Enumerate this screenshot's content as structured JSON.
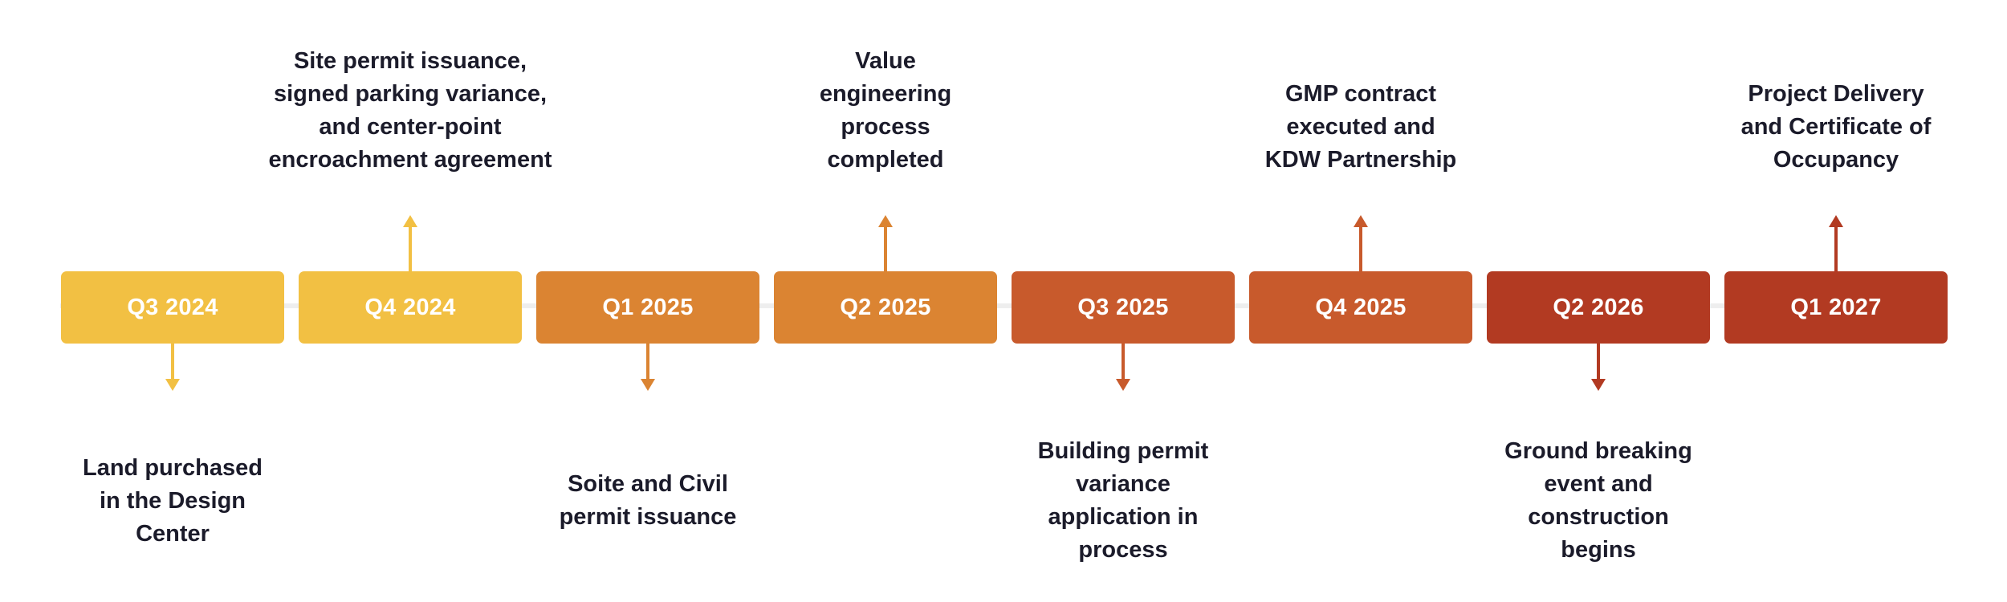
{
  "milestones": [
    {
      "quarter": "Q3 2024",
      "color": "#f2c043",
      "side": "below",
      "lines": [
        "Land purchased",
        "in the Design",
        "Center"
      ]
    },
    {
      "quarter": "Q4 2024",
      "color": "#f2c043",
      "side": "above",
      "lines": [
        "Site permit issuance,",
        "signed parking variance,",
        "and center-point",
        "encroachment agreement"
      ]
    },
    {
      "quarter": "Q1 2025",
      "color": "#db8432",
      "side": "below",
      "lines": [
        "Soite and Civil",
        "permit issuance"
      ]
    },
    {
      "quarter": "Q2 2025",
      "color": "#db8432",
      "side": "above",
      "lines": [
        "Value",
        "engineering",
        "process",
        "completed"
      ]
    },
    {
      "quarter": "Q3 2025",
      "color": "#c85a2c",
      "side": "below",
      "lines": [
        "Building permit",
        "variance",
        "application in",
        "process"
      ]
    },
    {
      "quarter": "Q4 2025",
      "color": "#c85a2c",
      "side": "above",
      "lines": [
        "GMP contract",
        "executed and",
        "KDW Partnership"
      ]
    },
    {
      "quarter": "Q2 2026",
      "color": "#b23a22",
      "side": "below",
      "lines": [
        "Ground breaking",
        "event and",
        "construction",
        "begins"
      ]
    },
    {
      "quarter": "Q1 2027",
      "color": "#b23a22",
      "side": "above",
      "lines": [
        "Project Delivery",
        "and Certificate of",
        "Occupancy"
      ]
    }
  ]
}
